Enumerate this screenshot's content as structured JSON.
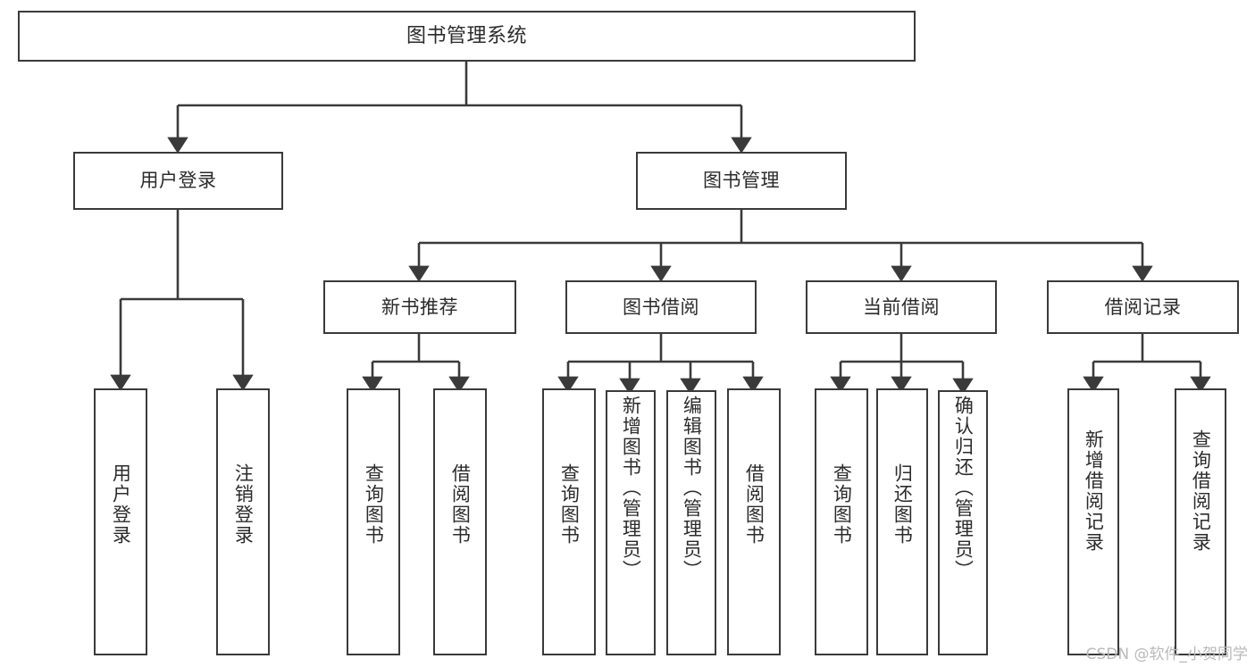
{
  "diagram": {
    "title": "图书管理系统",
    "watermark": "CSDN @软件_小贺同学",
    "stroke_color": "#3a3a3a",
    "text_color": "#2b2b2b",
    "background_color": "#ffffff",
    "nodes": {
      "root": {
        "label": "图书管理系统"
      },
      "level2": [
        {
          "label": "用户登录"
        },
        {
          "label": "图书管理"
        }
      ],
      "level3": [
        {
          "label": "新书推荐"
        },
        {
          "label": "图书借阅"
        },
        {
          "label": "当前借阅"
        },
        {
          "label": "借阅记录"
        }
      ],
      "leaves": {
        "user_login": [
          {
            "label": "用户登录"
          },
          {
            "label": "注销登录"
          }
        ],
        "new_book_recommend": [
          {
            "label": "查询图书"
          },
          {
            "label": "借阅图书"
          }
        ],
        "book_borrow": [
          {
            "label": "查询图书"
          },
          {
            "label": "新增图书（管理员）"
          },
          {
            "label": "编辑图书（管理员）"
          },
          {
            "label": "借阅图书"
          }
        ],
        "current_borrow": [
          {
            "label": "查询图书"
          },
          {
            "label": "归还图书"
          },
          {
            "label": "确认归还（管理员）"
          }
        ],
        "borrow_record": [
          {
            "label": "新增借阅记录"
          },
          {
            "label": "查询借阅记录"
          }
        ]
      }
    }
  },
  "chart_data": {
    "type": "table",
    "title": "图书管理系统",
    "structure": "tree",
    "levels": [
      {
        "level": 1,
        "nodes": [
          "图书管理系统"
        ]
      },
      {
        "level": 2,
        "nodes": [
          "用户登录",
          "图书管理"
        ]
      },
      {
        "level": 3,
        "nodes": [
          "新书推荐",
          "图书借阅",
          "当前借阅",
          "借阅记录"
        ]
      },
      {
        "level": 4,
        "nodes": [
          "用户登录",
          "注销登录",
          "查询图书",
          "借阅图书",
          "查询图书",
          "新增图书（管理员）",
          "编辑图书（管理员）",
          "借阅图书",
          "查询图书",
          "归还图书",
          "确认归还（管理员）",
          "新增借阅记录",
          "查询借阅记录"
        ]
      }
    ],
    "edges": [
      {
        "from": "图书管理系统",
        "to": "用户登录"
      },
      {
        "from": "图书管理系统",
        "to": "图书管理"
      },
      {
        "from": "用户登录",
        "to": "用户登录"
      },
      {
        "from": "用户登录",
        "to": "注销登录"
      },
      {
        "from": "图书管理",
        "to": "新书推荐"
      },
      {
        "from": "图书管理",
        "to": "图书借阅"
      },
      {
        "from": "图书管理",
        "to": "当前借阅"
      },
      {
        "from": "图书管理",
        "to": "借阅记录"
      },
      {
        "from": "新书推荐",
        "to": "查询图书"
      },
      {
        "from": "新书推荐",
        "to": "借阅图书"
      },
      {
        "from": "图书借阅",
        "to": "查询图书"
      },
      {
        "from": "图书借阅",
        "to": "新增图书（管理员）"
      },
      {
        "from": "图书借阅",
        "to": "编辑图书（管理员）"
      },
      {
        "from": "图书借阅",
        "to": "借阅图书"
      },
      {
        "from": "当前借阅",
        "to": "查询图书"
      },
      {
        "from": "当前借阅",
        "to": "归还图书"
      },
      {
        "from": "当前借阅",
        "to": "确认归还（管理员）"
      },
      {
        "from": "借阅记录",
        "to": "新增借阅记录"
      },
      {
        "from": "借阅记录",
        "to": "查询借阅记录"
      }
    ]
  }
}
